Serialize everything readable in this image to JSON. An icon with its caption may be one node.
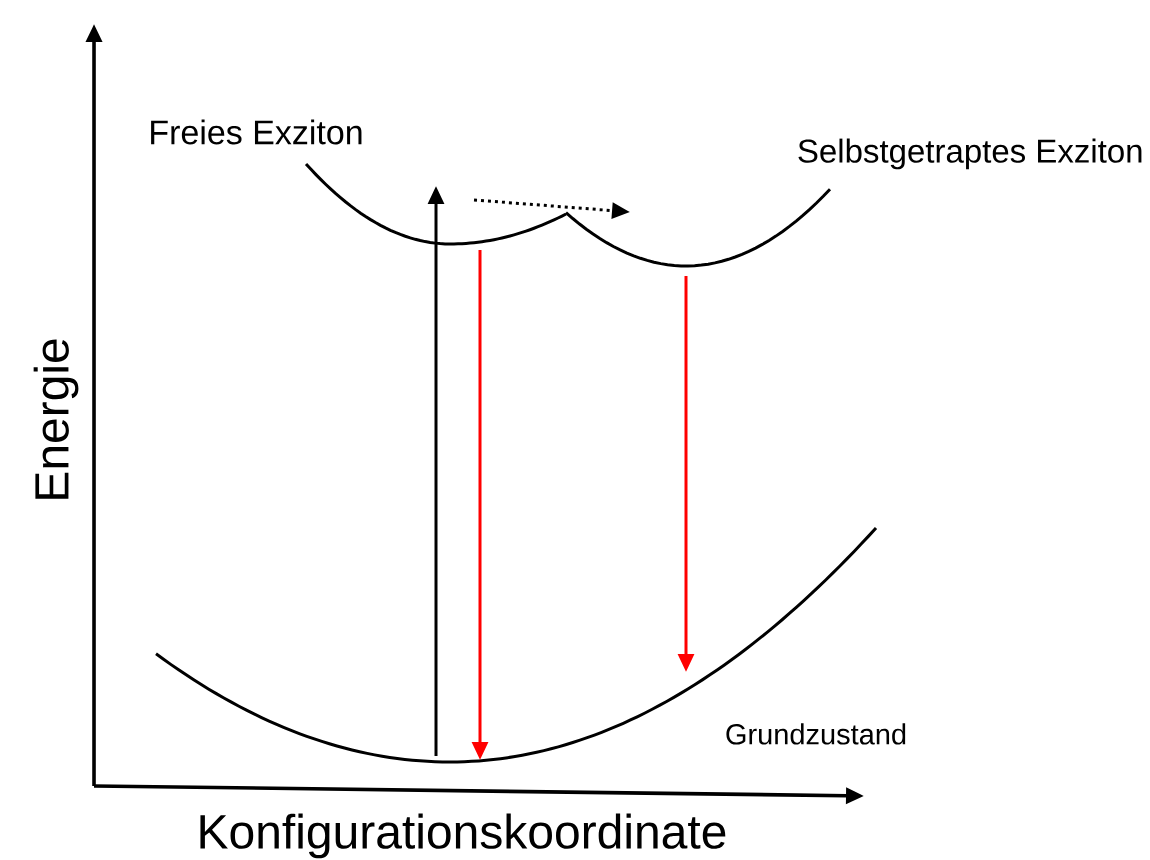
{
  "diagram": {
    "nodes": [
      {
        "text": [
          "Freies Exziton"
        ]
      },
      {
        "text": [
          "Selbstgetraptes Exziton"
        ]
      },
      {
        "text": [
          "Grundzustand"
        ]
      }
    ],
    "edges": [
      {
        "from": 2,
        "to": 0,
        "arrow": "to"
      },
      {
        "from": 0,
        "to": 2,
        "arrow": "to",
        "color": "#ff0000"
      },
      {
        "from": 1,
        "to": 2,
        "arrow": "to",
        "color": "#ff0000"
      },
      {
        "from": 0,
        "to": 1,
        "arrow": "to",
        "style": "dashed"
      }
    ],
    "labels": [
      "Energie",
      "Konfigurationskoordinate"
    ]
  }
}
